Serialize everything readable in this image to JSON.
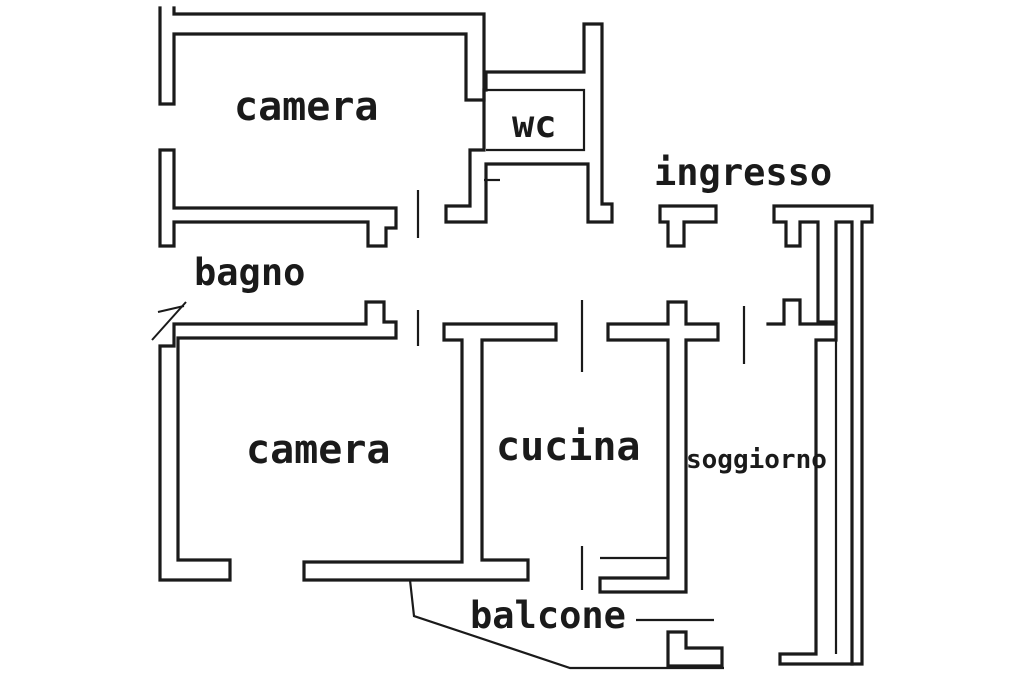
{
  "rooms": {
    "camera_top": "camera",
    "wc": "wc",
    "ingresso": "ingresso",
    "bagno": "bagno",
    "camera_bottom": "camera",
    "cucina": "cucina",
    "soggiorno": "soggiorno",
    "balcone": "balcone"
  },
  "colors": {
    "ink": "#1a1a1a",
    "paper": "#ffffff"
  }
}
